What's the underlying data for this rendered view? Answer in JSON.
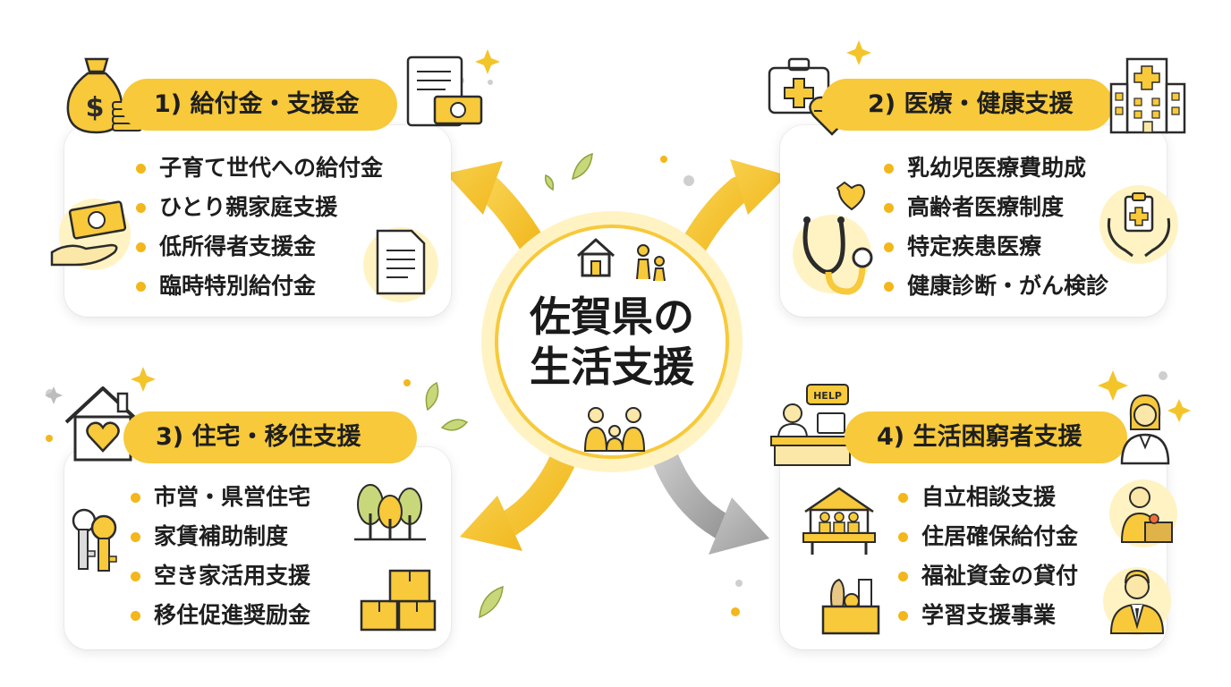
{
  "center": {
    "line1": "佐賀県の",
    "line2": "生活支援"
  },
  "sections": [
    {
      "title": "1) 給付金・支援金",
      "items": [
        "子育て世代への給付金",
        "ひとり親家庭支援",
        "低所得者支援金",
        "臨時特別給付金"
      ]
    },
    {
      "title": "2) 医療・健康支援",
      "items": [
        "乳幼児医療費助成",
        "高齢者医療制度",
        "特定疾患医療",
        "健康診断・がん検診"
      ]
    },
    {
      "title": "3) 住宅・移住支援",
      "items": [
        "市営・県営住宅",
        "家賃補助制度",
        "空き家活用支援",
        "移住促進奨励金"
      ]
    },
    {
      "title": "4) 生活困窮者支援",
      "items": [
        "自立相談支援",
        "住居確保給付金",
        "福祉資金の貸付",
        "学習支援事業"
      ]
    }
  ],
  "help_sign": "HELP",
  "colors": {
    "accent": "#f7c93b",
    "accent_light": "#fff3c4",
    "bullet": "#f3b71b",
    "arrow_gray": "#a8a8a8",
    "leaf": "#c9d77b"
  }
}
